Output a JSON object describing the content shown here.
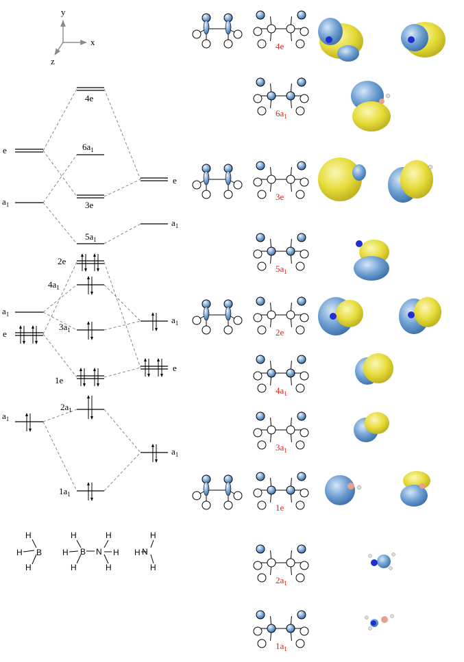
{
  "axes": {
    "x": "x",
    "y": "y",
    "z": "z"
  },
  "left_fragment": {
    "levels": [
      {
        "label": "e",
        "electrons": 0,
        "degenerate": true
      },
      {
        "label": "a",
        "sub": "1",
        "electrons": 0,
        "degenerate": false
      },
      {
        "label": "a",
        "sub": "1",
        "electrons": 0,
        "degenerate": false
      },
      {
        "label": "e",
        "electrons": 4,
        "degenerate": true
      },
      {
        "label": "a",
        "sub": "1",
        "electrons": 2,
        "degenerate": false
      }
    ]
  },
  "center": {
    "levels": [
      {
        "label": "4e",
        "electrons": 0,
        "degenerate": true
      },
      {
        "label": "6a",
        "sub": "1",
        "electrons": 0,
        "degenerate": false
      },
      {
        "label": "3e",
        "electrons": 0,
        "degenerate": true
      },
      {
        "label": "5a",
        "sub": "1",
        "electrons": 0,
        "degenerate": false
      },
      {
        "label": "2e",
        "electrons": 4,
        "degenerate": true
      },
      {
        "label": "4a",
        "sub": "1",
        "electrons": 2,
        "degenerate": false
      },
      {
        "label": "3a",
        "sub": "1",
        "electrons": 2,
        "degenerate": false
      },
      {
        "label": "1e",
        "electrons": 4,
        "degenerate": true
      },
      {
        "label": "2a",
        "sub": "1",
        "electrons": 2,
        "degenerate": false
      },
      {
        "label": "1a",
        "sub": "1",
        "electrons": 2,
        "degenerate": false
      }
    ]
  },
  "right_fragment": {
    "levels": [
      {
        "label": "e",
        "electrons": 0,
        "degenerate": true
      },
      {
        "label": "a",
        "sub": "1",
        "electrons": 0,
        "degenerate": false
      },
      {
        "label": "a",
        "sub": "1",
        "electrons": 2,
        "degenerate": false
      },
      {
        "label": "e",
        "electrons": 4,
        "degenerate": true
      },
      {
        "label": "a",
        "sub": "1",
        "electrons": 2,
        "degenerate": false
      }
    ]
  },
  "molecules": {
    "bh3": {
      "b": "B",
      "h": "H"
    },
    "nh3bh3": {
      "b": "B",
      "n": "N",
      "h": "H"
    },
    "nh3": {
      "n": "N",
      "h": "H"
    }
  },
  "orbital_sketches": [
    {
      "label": "4e",
      "sub": ""
    },
    {
      "label": "6a",
      "sub": "1"
    },
    {
      "label": "3e",
      "sub": ""
    },
    {
      "label": "5a",
      "sub": "1"
    },
    {
      "label": "2e",
      "sub": ""
    },
    {
      "label": "4a",
      "sub": "1"
    },
    {
      "label": "3a",
      "sub": "1"
    },
    {
      "label": "1e",
      "sub": ""
    },
    {
      "label": "2a",
      "sub": "1"
    },
    {
      "label": "1a",
      "sub": "1"
    }
  ],
  "colors": {
    "lobe_blue": "#5b8fc7",
    "lobe_yellow": "#e6dc3a",
    "label_red": "#e8211c",
    "nitrogen": "#2030d0",
    "boron": "#e8a090"
  }
}
